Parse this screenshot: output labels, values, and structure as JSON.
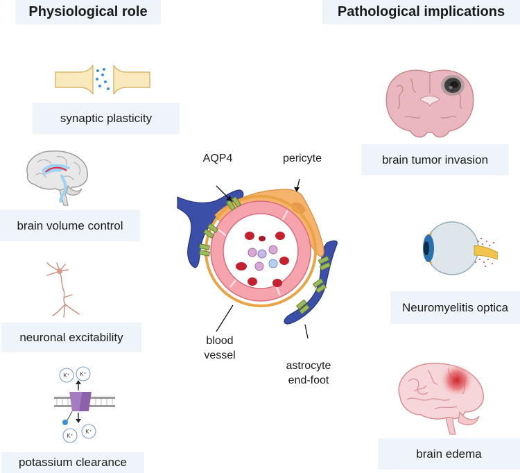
{
  "headers": {
    "left": "Physiological role",
    "right": "Pathological implications"
  },
  "physiological_roles": [
    "synaptic plasticity",
    "brain volume control",
    "neuronal excitability",
    "potassium clearance"
  ],
  "pathological_implications": [
    "brain tumor invasion",
    "Neuromyelitis optica",
    "brain edema"
  ],
  "center_labels": {
    "aqp4": "AQP4",
    "pericyte": "pericyte",
    "blood_vessel": [
      "blood",
      "vessel"
    ],
    "astrocyte": [
      "astrocyte",
      "end-foot"
    ]
  },
  "ion_label": "K⁺",
  "colors": {
    "panel_bg": "#eef4f9",
    "astrocyte": "#3c4fa8",
    "pericyte": "#f5b36b",
    "vessel_wall": "#f5a3ad",
    "aqp4_channel": "#9cba5a",
    "red_blood_cell": "#c4202e"
  }
}
